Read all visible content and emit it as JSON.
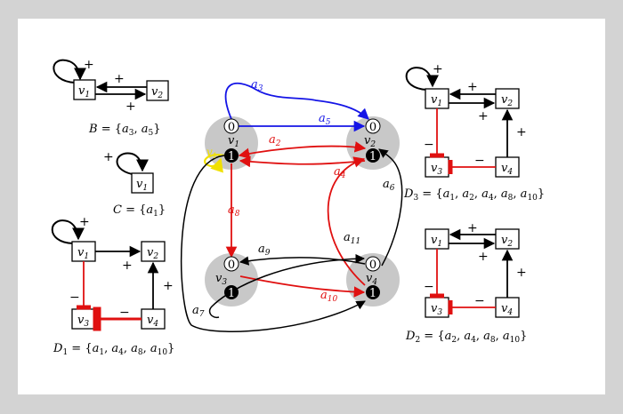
{
  "colors": {
    "background": "#d3d3d3",
    "panel": "#ffffff",
    "blue": "#1414e6",
    "red": "#e01010",
    "yellow": "#f0e000",
    "node_gray": "#c8c8c8",
    "black": "#000000"
  },
  "main_graph": {
    "nodes": [
      {
        "name": "v",
        "sub": "1",
        "low": "0",
        "high": "1"
      },
      {
        "name": "v",
        "sub": "2",
        "low": "0",
        "high": "1"
      },
      {
        "name": "v",
        "sub": "3",
        "low": "0",
        "high": "1"
      },
      {
        "name": "v",
        "sub": "4",
        "low": "0",
        "high": "1"
      }
    ],
    "yellow_label": {
      "name": "v",
      "sub": "1"
    },
    "arcs": [
      {
        "name": "a",
        "sub": "2"
      },
      {
        "name": "a",
        "sub": "3"
      },
      {
        "name": "a",
        "sub": "4"
      },
      {
        "name": "a",
        "sub": "5"
      },
      {
        "name": "a",
        "sub": "6"
      },
      {
        "name": "a",
        "sub": "7"
      },
      {
        "name": "a",
        "sub": "8"
      },
      {
        "name": "a",
        "sub": "9"
      },
      {
        "name": "a",
        "sub": "10"
      },
      {
        "name": "a",
        "sub": "11"
      }
    ]
  },
  "graph_b": {
    "nodes": [
      {
        "name": "v",
        "sub": "1"
      },
      {
        "name": "v",
        "sub": "2"
      }
    ],
    "signs": [
      "+",
      "+",
      "+"
    ],
    "caption": {
      "lhs": "B",
      "eq": " = {",
      "items": [
        {
          "name": "a",
          "sub": "3"
        },
        {
          "name": "a",
          "sub": "5"
        }
      ],
      "close": "}"
    }
  },
  "graph_c": {
    "nodes": [
      {
        "name": "v",
        "sub": "1"
      }
    ],
    "signs": [
      "+"
    ],
    "caption": {
      "lhs": "C",
      "eq": " = {",
      "items": [
        {
          "name": "a",
          "sub": "1"
        }
      ],
      "close": "}"
    }
  },
  "graph_d1": {
    "nodes": [
      {
        "name": "v",
        "sub": "1"
      },
      {
        "name": "v",
        "sub": "2"
      },
      {
        "name": "v",
        "sub": "3"
      },
      {
        "name": "v",
        "sub": "4"
      }
    ],
    "signs": [
      "+",
      "+",
      "+",
      "−",
      "−"
    ],
    "caption": {
      "lhs": "D",
      "lhs_sub": "1",
      "eq": " = {",
      "items": [
        {
          "name": "a",
          "sub": "1"
        },
        {
          "name": "a",
          "sub": "4"
        },
        {
          "name": "a",
          "sub": "8"
        },
        {
          "name": "a",
          "sub": "10"
        }
      ],
      "close": "}"
    }
  },
  "graph_d3": {
    "nodes": [
      {
        "name": "v",
        "sub": "1"
      },
      {
        "name": "v",
        "sub": "2"
      },
      {
        "name": "v",
        "sub": "3"
      },
      {
        "name": "v",
        "sub": "4"
      }
    ],
    "signs": [
      "+",
      "+",
      "+",
      "+",
      "−",
      "−"
    ],
    "caption": {
      "lhs": "D",
      "lhs_sub": "3",
      "eq": " = {",
      "items": [
        {
          "name": "a",
          "sub": "1"
        },
        {
          "name": "a",
          "sub": "2"
        },
        {
          "name": "a",
          "sub": "4"
        },
        {
          "name": "a",
          "sub": "8"
        },
        {
          "name": "a",
          "sub": "10"
        }
      ],
      "close": "}"
    }
  },
  "graph_d2": {
    "nodes": [
      {
        "name": "v",
        "sub": "1"
      },
      {
        "name": "v",
        "sub": "2"
      },
      {
        "name": "v",
        "sub": "3"
      },
      {
        "name": "v",
        "sub": "4"
      }
    ],
    "signs": [
      "+",
      "+",
      "+",
      "−",
      "−"
    ],
    "caption": {
      "lhs": "D",
      "lhs_sub": "2",
      "eq": " = {",
      "items": [
        {
          "name": "a",
          "sub": "2"
        },
        {
          "name": "a",
          "sub": "4"
        },
        {
          "name": "a",
          "sub": "8"
        },
        {
          "name": "a",
          "sub": "10"
        }
      ],
      "close": "}"
    }
  }
}
